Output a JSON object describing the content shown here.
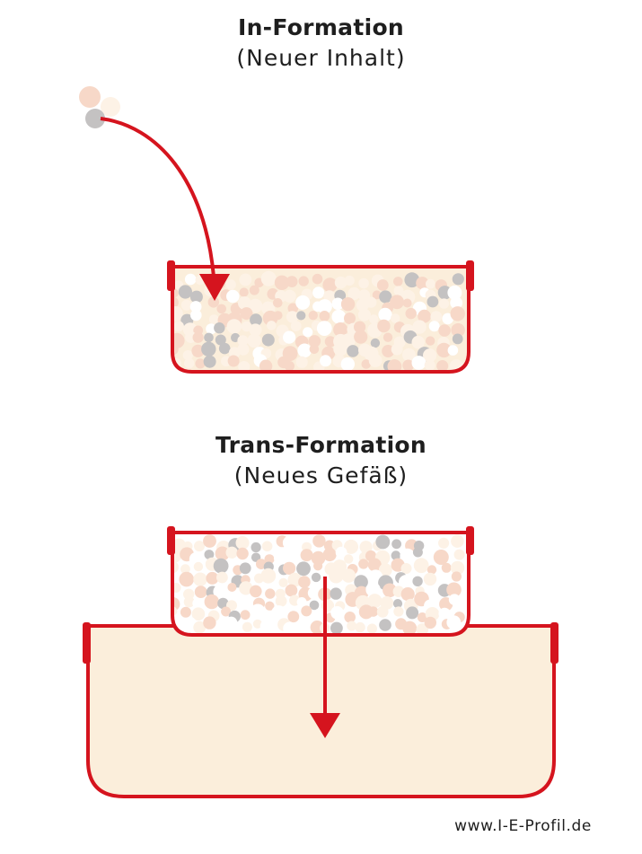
{
  "section_top": {
    "title": "In-Formation",
    "subtitle": "(Neuer Inhalt)"
  },
  "section_bottom": {
    "title": "Trans-Formation",
    "subtitle": "(Neues Gefäß)"
  },
  "footer": {
    "url": "www.I-E-Profil.de"
  },
  "colors": {
    "outline": "#d5141e",
    "container_fill": "#fbeedb",
    "particle_gray": "#c4c2c2",
    "particle_peach": "#f7d8c8",
    "particle_cream": "#fdf2e6",
    "particle_white": "#ffffff"
  }
}
